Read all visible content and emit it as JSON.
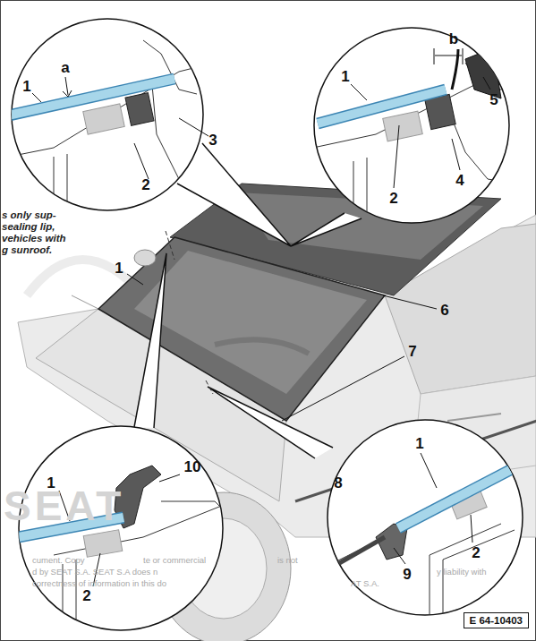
{
  "diagram": {
    "nodes": [
      {
        "text": [
          "E 64-10403"
        ]
      }
    ],
    "labels": [
      "1",
      "a",
      "3",
      "2",
      "b",
      "1",
      "5",
      "2",
      "4",
      "s only sup- sealing lip, vehicles with g sunroof.",
      "1",
      "6",
      "7",
      "8",
      "10",
      "1",
      "2",
      "1",
      "9",
      "2",
      "SEAT",
      "cument. Copy",
      "te or commercial",
      "is not",
      "d by SEAT S.A. SEAT S.A does n",
      "y liability with",
      "correctness of information in this do",
      "AT S.A."
    ]
  }
}
